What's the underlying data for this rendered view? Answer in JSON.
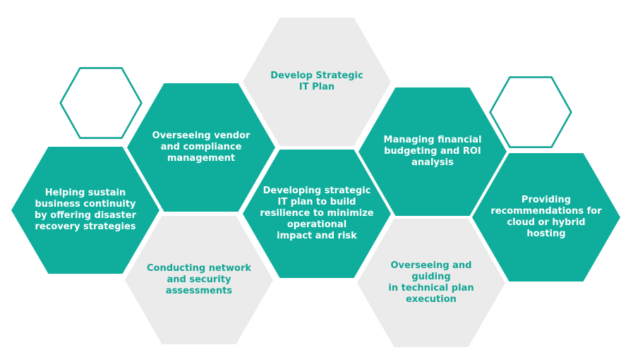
{
  "colors": {
    "teal": "#0fae9c",
    "grey": "#ebebeb",
    "outline": "#12a594",
    "teal_text": "#ffffff",
    "grey_text": "#12a594"
  },
  "hexagons": [
    {
      "id": "develop-strategic-it-plan",
      "style": "grey",
      "label": "Develop Strategic\nIT Plan"
    },
    {
      "id": "overseeing-vendor-compliance",
      "style": "teal",
      "label": "Overseeing vendor\nand compliance\nmanagement"
    },
    {
      "id": "managing-financial-budgeting",
      "style": "teal",
      "label": "Managing financial\nbudgeting and ROI\nanalysis"
    },
    {
      "id": "helping-sustain-business-continuity",
      "style": "teal",
      "label": "Helping sustain\nbusiness continuity\nby offering disaster\nrecovery strategies"
    },
    {
      "id": "developing-strategic-it-plan-resilience",
      "style": "teal",
      "label": "Developing strategic\nIT plan to build\nresilience to minimize\noperational\nimpact and risk"
    },
    {
      "id": "providing-cloud-recommendations",
      "style": "teal",
      "label": "Providing\nrecommendations for\ncloud or hybrid\nhosting"
    },
    {
      "id": "conducting-network-security-assessments",
      "style": "grey",
      "label": "Conducting network\nand security\nassessments"
    },
    {
      "id": "overseeing-technical-plan-execution",
      "style": "grey",
      "label": "Overseeing and\nguiding\nin technical plan\nexecution"
    },
    {
      "id": "outline-left",
      "style": "outline",
      "label": ""
    },
    {
      "id": "outline-right",
      "style": "outline",
      "label": ""
    }
  ]
}
